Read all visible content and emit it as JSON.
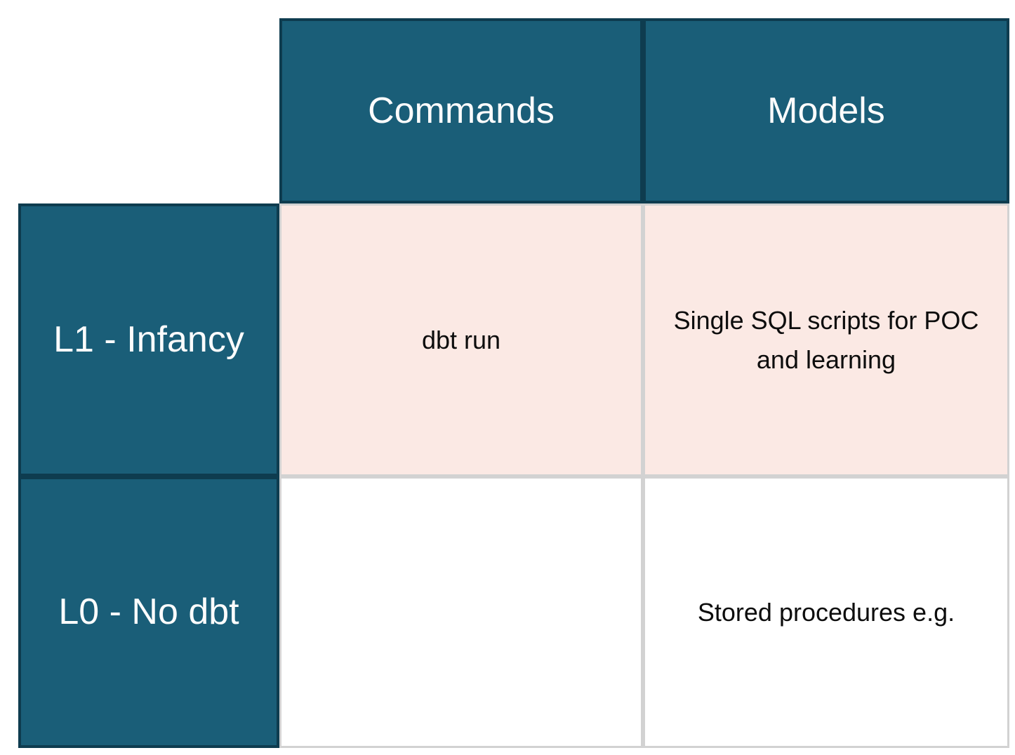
{
  "chart_data": {
    "type": "table",
    "title": "",
    "columns": [
      "",
      "Commands",
      "Models"
    ],
    "rows": [
      {
        "header": "L1 - Infancy",
        "cells": [
          "dbt run",
          "Single SQL scripts for POC and learning"
        ],
        "row_highlight": "pink"
      },
      {
        "header": "L0 - No dbt",
        "cells": [
          "",
          "Stored procedures e.g."
        ],
        "row_highlight": "none"
      }
    ]
  },
  "colors": {
    "header_bg": "#1A5E78",
    "header_border": "#0E3C4F",
    "header_text": "#FCFCFC",
    "highlight_bg": "#FBE9E4",
    "grid_border": "#D2D2D2",
    "body_text": "#0D0D0D",
    "page_bg": "#FFFFFF"
  }
}
